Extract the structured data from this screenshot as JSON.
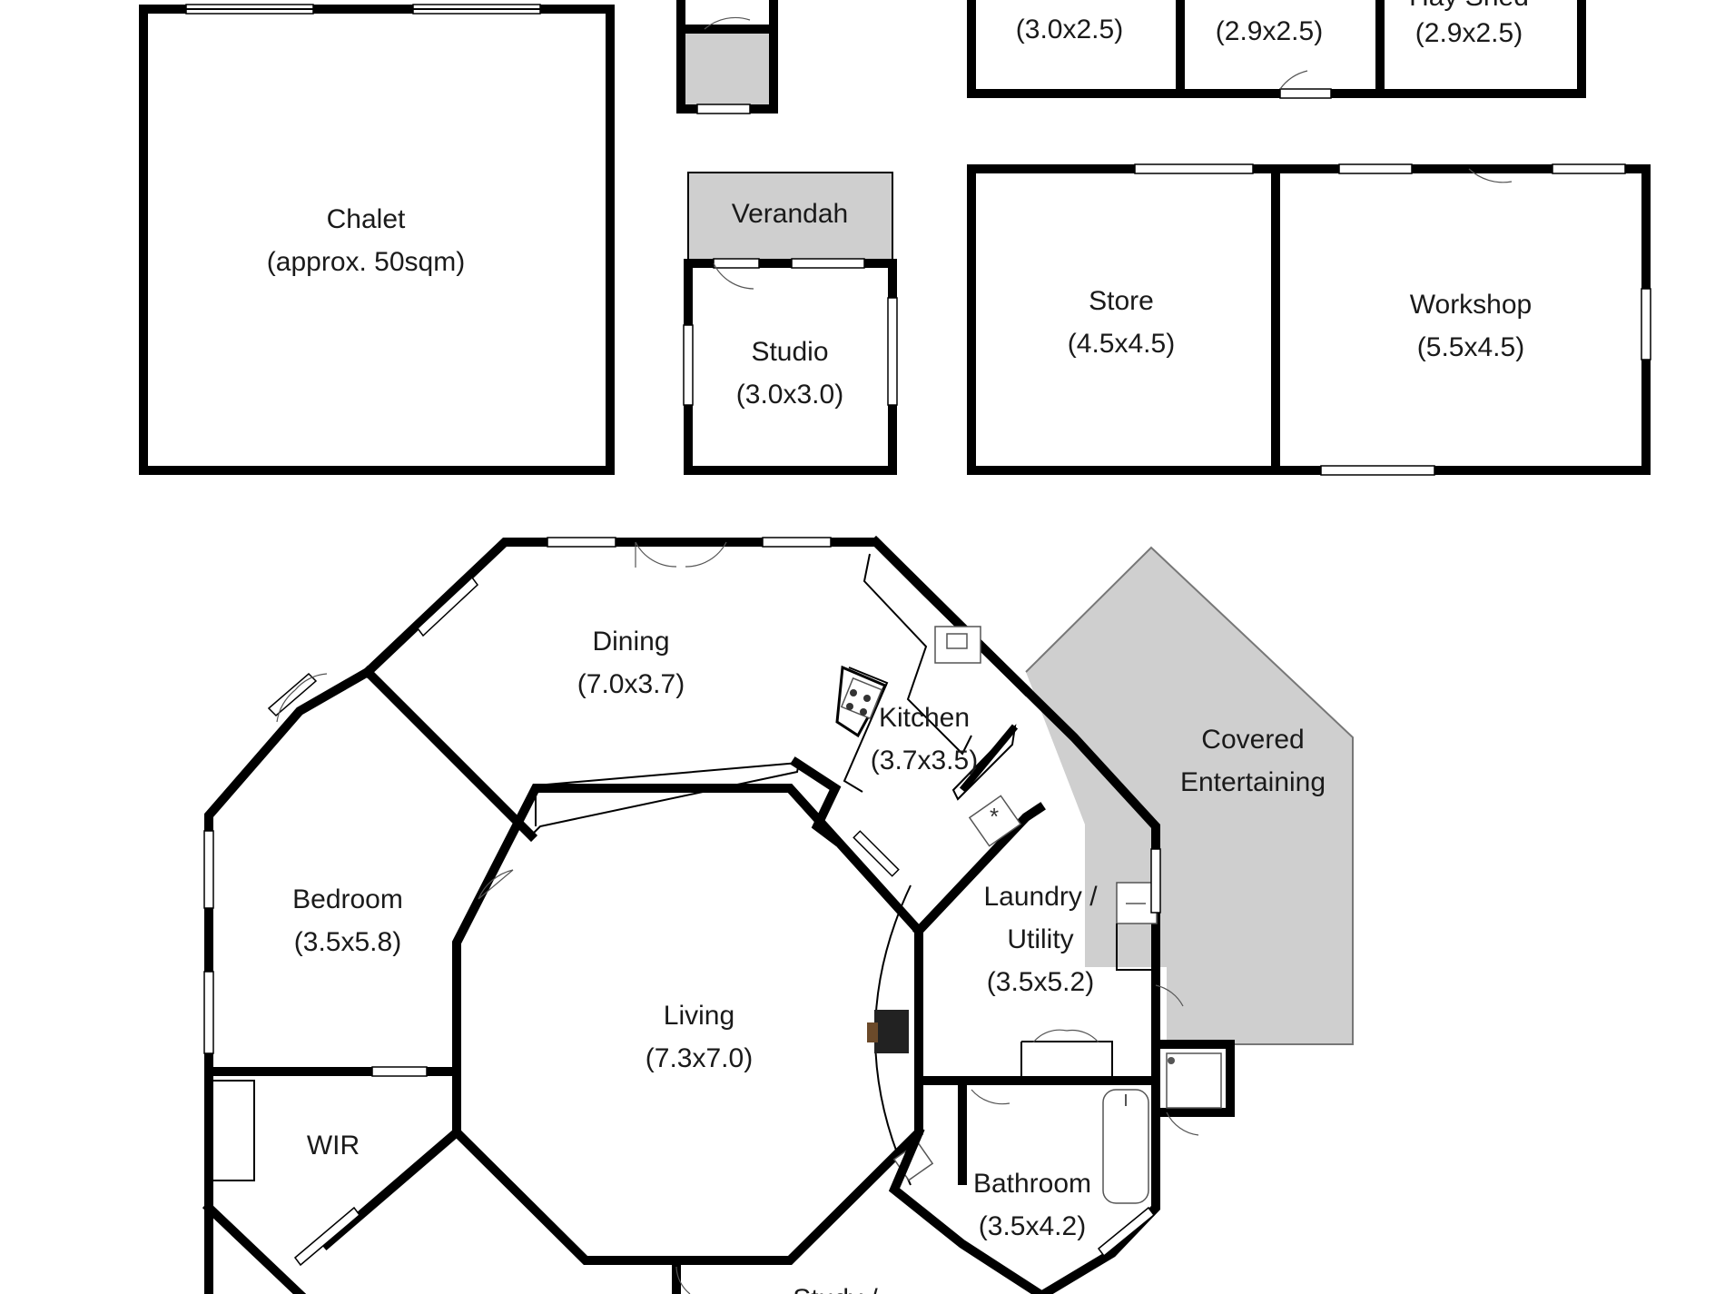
{
  "rooms": {
    "room1_dim": "(3.0x2.5)",
    "room2_dim": "(2.9x2.5)",
    "hay_shed_label": "Hay Shed",
    "hay_shed_dim": "(2.9x2.5)",
    "chalet_label": "Chalet",
    "chalet_dim": "(approx. 50sqm)",
    "verandah_label": "Verandah",
    "studio_label": "Studio",
    "studio_dim": "(3.0x3.0)",
    "store_label": "Store",
    "store_dim": "(4.5x4.5)",
    "workshop_label": "Workshop",
    "workshop_dim": "(5.5x4.5)",
    "dining_label": "Dining",
    "dining_dim": "(7.0x3.7)",
    "kitchen_label": "Kitchen",
    "kitchen_dim": "(3.7x3.5)",
    "covered_label_1": "Covered",
    "covered_label_2": "Entertaining",
    "bedroom_label": "Bedroom",
    "bedroom_dim": "(3.5x5.8)",
    "laundry_label_1": "Laundry /",
    "laundry_label_2": "Utility",
    "laundry_dim": "(3.5x5.2)",
    "living_label": "Living",
    "living_dim": "(7.3x7.0)",
    "wir_label": "WIR",
    "bathroom_label": "Bathroom",
    "bathroom_dim": "(3.5x4.2)",
    "study_label": "Study /"
  }
}
